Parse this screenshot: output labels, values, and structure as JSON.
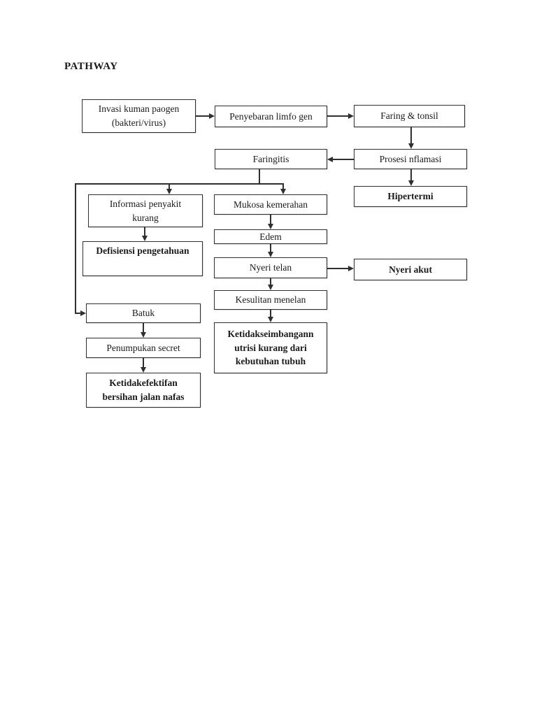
{
  "page": {
    "title": "PATHWAY"
  },
  "diagram": {
    "colors": {
      "line": "#2f2f2f",
      "text": "#1a1a1a",
      "background": "#ffffff"
    },
    "nodes": {
      "invasi": {
        "label": "Invasi kuman paogen\n(bakteri/virus)",
        "emphasis": "normal"
      },
      "penyebaran": {
        "label": "Penyebaran limfo gen",
        "emphasis": "normal"
      },
      "faring_tonsil": {
        "label": "Faring & tonsil",
        "emphasis": "normal"
      },
      "faringitis": {
        "label": "Faringitis",
        "emphasis": "normal"
      },
      "prosesi_inflamasi": {
        "label": "Prosesi nflamasi",
        "emphasis": "normal"
      },
      "hipertermi": {
        "label": "Hipertermi",
        "emphasis": "bold"
      },
      "informasi_penyakit": {
        "label": "Informasi penyakit\nkurang",
        "emphasis": "normal"
      },
      "mukosa_kemerahan": {
        "label": "Mukosa kemerahan",
        "emphasis": "normal"
      },
      "defisiensi_pengetahuan": {
        "label": "Defisiensi pengetahuan",
        "emphasis": "bold"
      },
      "edem": {
        "label": "Edem",
        "emphasis": "normal"
      },
      "nyeri_telan": {
        "label": "Nyeri telan",
        "emphasis": "normal"
      },
      "nyeri_akut": {
        "label": "Nyeri akut",
        "emphasis": "bold"
      },
      "kesulitan_menelan": {
        "label": "Kesulitan menelan",
        "emphasis": "normal"
      },
      "ketidakseimbangan_nutrisi": {
        "label": "Ketidakseimbangann\nutrisi kurang dari\nkebutuhan tubuh",
        "emphasis": "bold"
      },
      "batuk": {
        "label": "Batuk",
        "emphasis": "normal"
      },
      "penumpukan_secret": {
        "label": "Penumpukan secret",
        "emphasis": "normal"
      },
      "ketidakefektifan_bersihan": {
        "label": "Ketidakefektifan\nbersihan jalan nafas",
        "emphasis": "bold"
      }
    }
  }
}
